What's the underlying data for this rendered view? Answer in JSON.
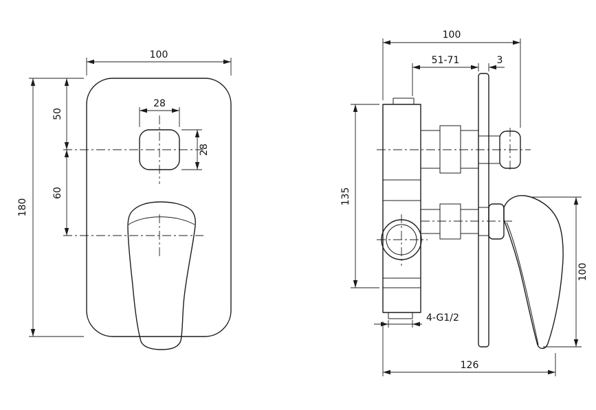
{
  "drawing": {
    "type": "technical-dimension-drawing",
    "subject": "concealed shower mixer valve, front and side views",
    "background": "#ffffff",
    "line_color": "#1c1c1c",
    "front_view": {
      "width": "100",
      "height": "180",
      "top_to_diverter": "50",
      "diverter_to_handle": "60",
      "diverter_width": "28",
      "diverter_height": "28"
    },
    "side_view": {
      "overall_width": "100",
      "mounting_depth_range": "51-71",
      "plate_thickness": "3",
      "body_height": "135",
      "handle_height": "100",
      "connections": "4-G1/2",
      "overall_depth": "126"
    }
  }
}
